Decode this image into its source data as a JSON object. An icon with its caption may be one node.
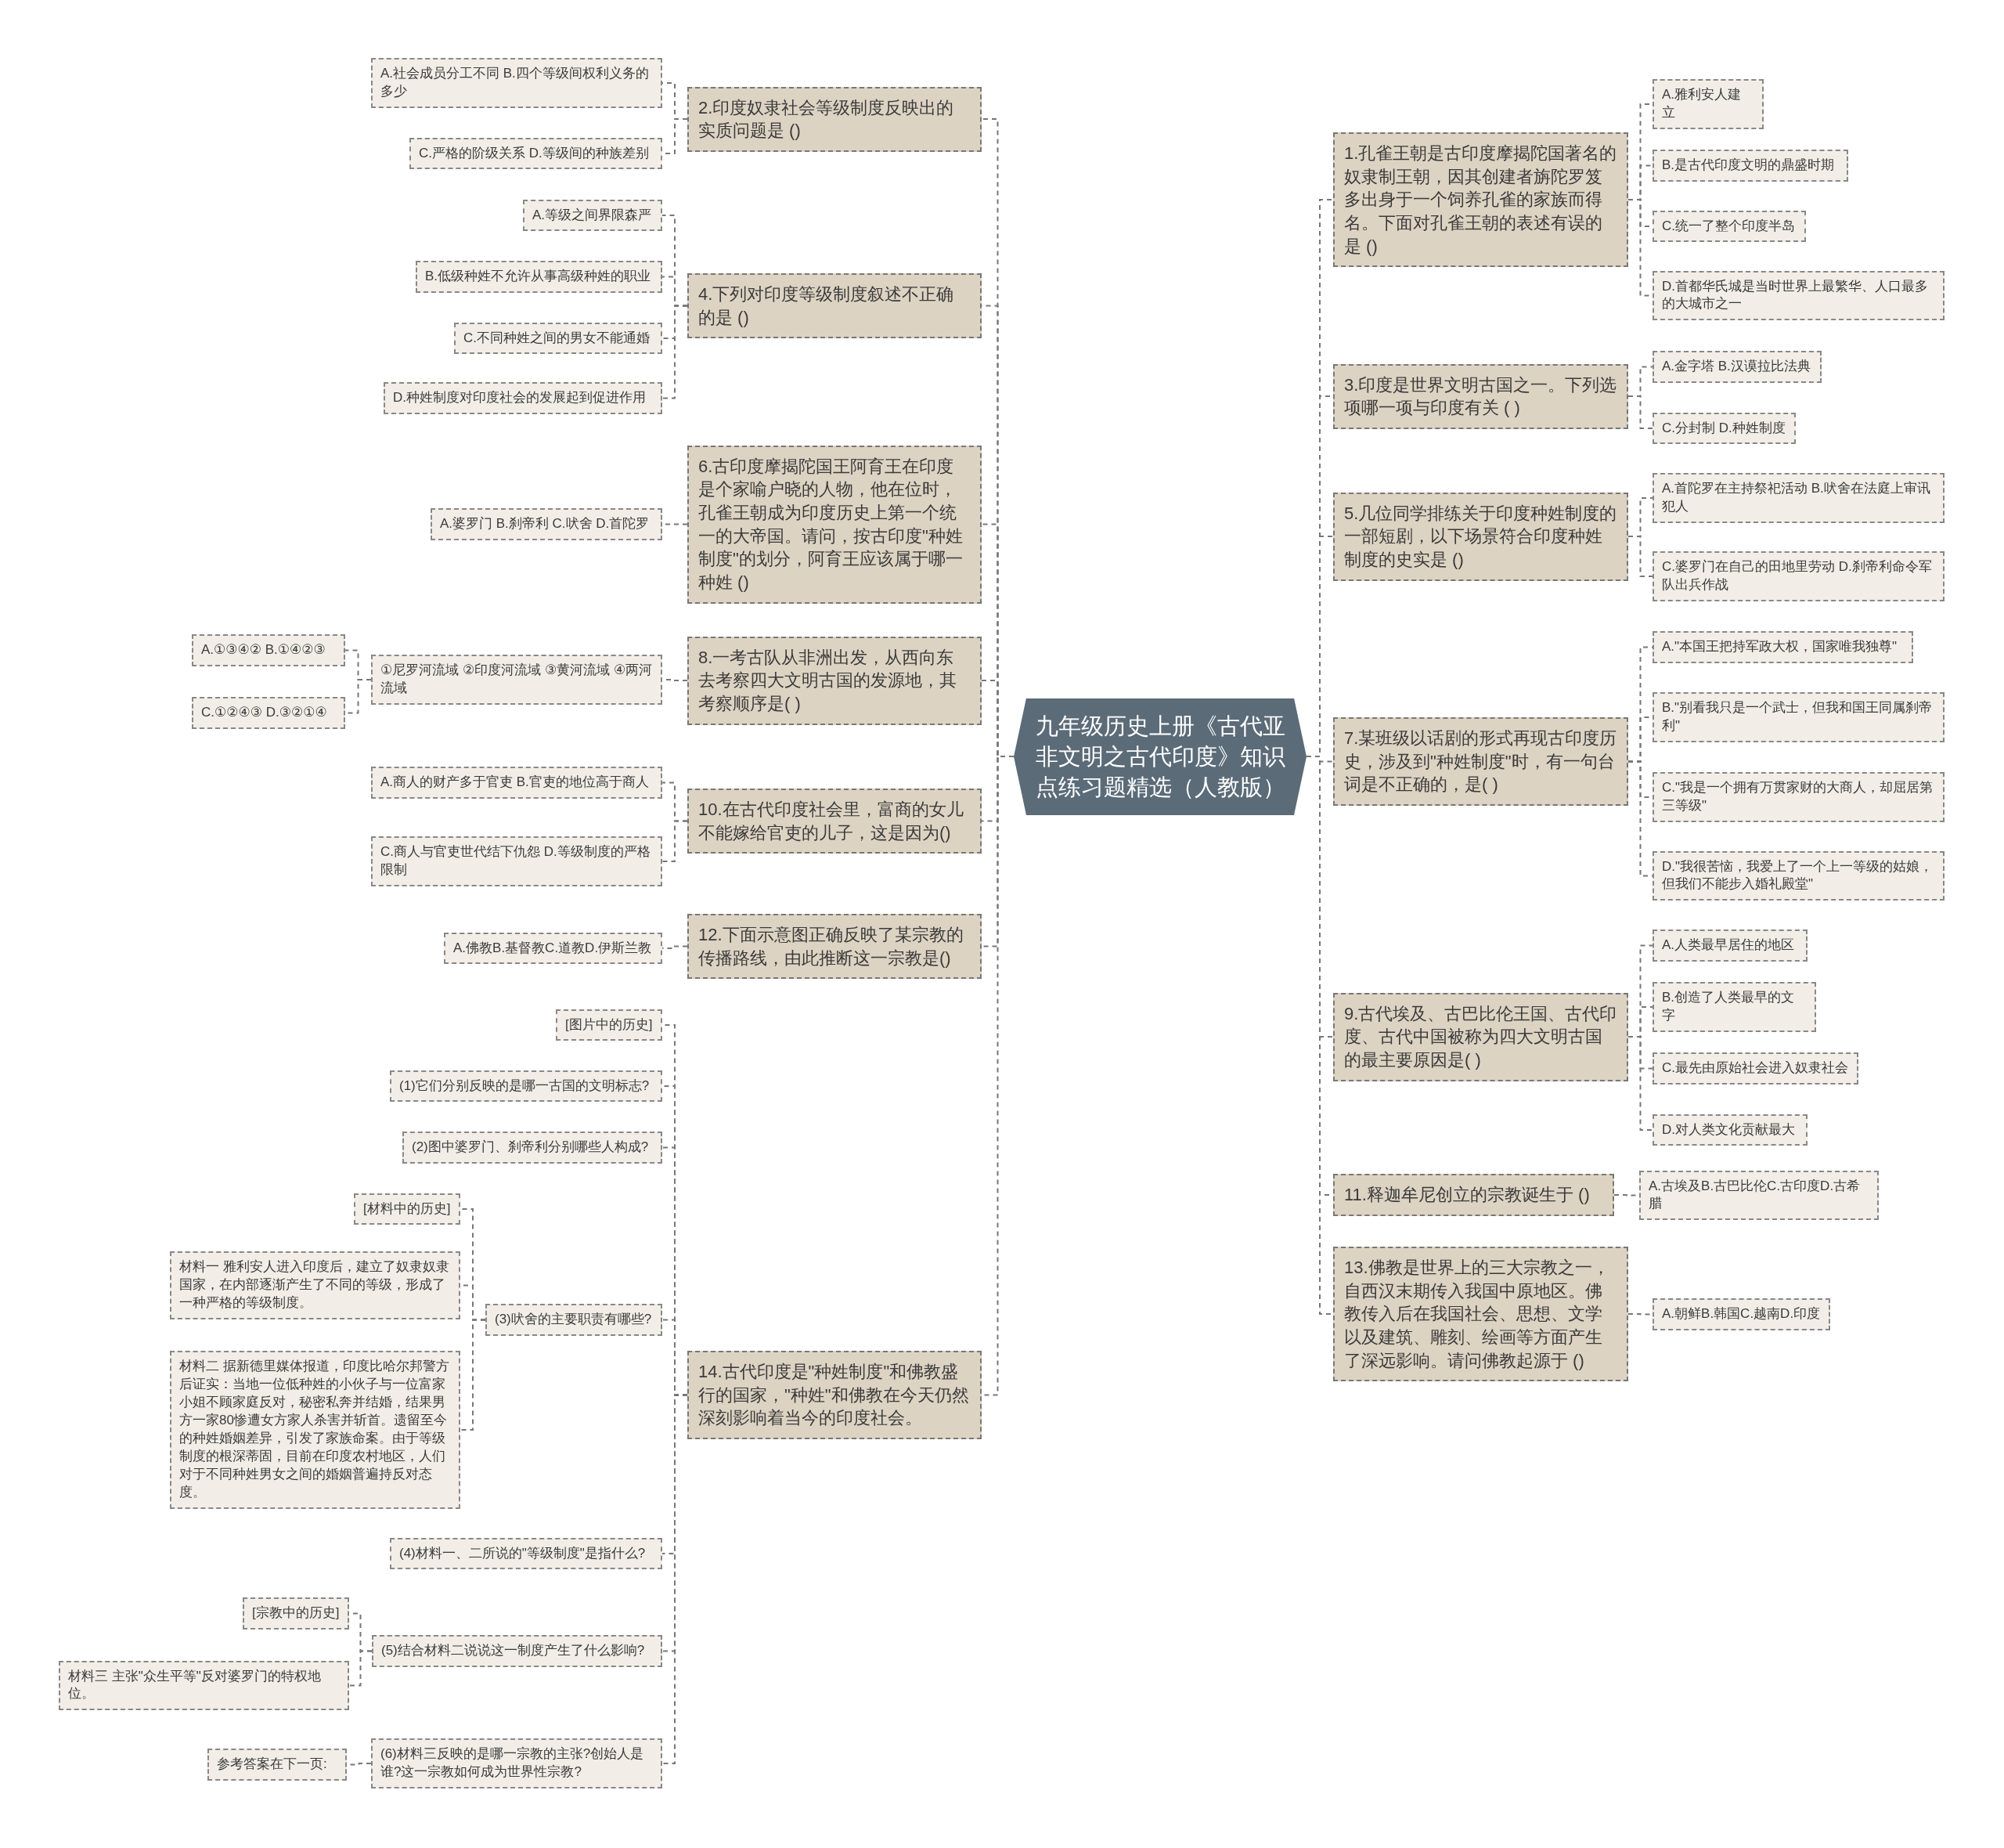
{
  "diagram": {
    "nodes": [
      {
        "text": [
          "九年级历史上册《古代亚非文明之古代印度》知识点练习题精选（人教版）"
        ]
      },
      {
        "text": [
          "2.印度奴隶社会等级制度反映出的实质问题是 ()"
        ]
      },
      {
        "text": [
          "A.社会成员分工不同 B.四个等级间权利义务的多少"
        ]
      },
      {
        "text": [
          "C.严格的阶级关系 D.等级间的种族差别"
        ]
      },
      {
        "text": [
          "4.下列对印度等级制度叙述不正确的是 ()"
        ]
      },
      {
        "text": [
          "A.等级之间界限森严"
        ]
      },
      {
        "text": [
          "B.低级种姓不允许从事高级种姓的职业"
        ]
      },
      {
        "text": [
          "C.不同种姓之间的男女不能通婚"
        ]
      },
      {
        "text": [
          "D.种姓制度对印度社会的发展起到促进作用"
        ]
      },
      {
        "text": [
          "6.古印度摩揭陀国王阿育王在印度是个家喻户晓的人物，他在位时，孔雀王朝成为印度历史上第一个统一的大帝国。请问，按古印度\"种姓制度\"的划分，阿育王应该属于哪一种姓 ()"
        ]
      },
      {
        "text": [
          "A.婆罗门 B.刹帝利 C.吠舍 D.首陀罗"
        ]
      },
      {
        "text": [
          "8.一考古队从非洲出发，从西向东去考察四大文明古国的发源地，其考察顺序是( )"
        ]
      },
      {
        "text": [
          "①尼罗河流域 ②印度河流域 ③黄河流域 ④两河流域"
        ]
      },
      {
        "text": [
          "A.①③④② B.①④②③"
        ]
      },
      {
        "text": [
          "C.①②④③ D.③②①④"
        ]
      },
      {
        "text": [
          "10.在古代印度社会里，富商的女儿不能嫁给官吏的儿子，这是因为()"
        ]
      },
      {
        "text": [
          "A.商人的财产多于官吏 B.官吏的地位高于商人"
        ]
      },
      {
        "text": [
          "C.商人与官吏世代结下仇怨 D.等级制度的严格限制"
        ]
      },
      {
        "text": [
          "12.下面示意图正确反映了某宗教的传播路线，由此推断这一宗教是()"
        ]
      },
      {
        "text": [
          "A.佛教B.基督教C.道教D.伊斯兰教"
        ]
      },
      {
        "text": [
          "14.古代印度是\"种姓制度\"和佛教盛行的国家，\"种姓\"和佛教在今天仍然深刻影响着当今的印度社会。"
        ]
      },
      {
        "text": [
          "[图片中的历史]"
        ]
      },
      {
        "text": [
          "(1)它们分别反映的是哪一古国的文明标志?"
        ]
      },
      {
        "text": [
          "(2)图中婆罗门、刹帝利分别哪些人构成?"
        ]
      },
      {
        "text": [
          "(3)吠舍的主要职责有哪些?"
        ]
      },
      {
        "text": [
          "[材料中的历史]"
        ]
      },
      {
        "text": [
          "材料一 雅利安人进入印度后，建立了奴隶奴隶国家，在内部逐渐产生了不同的等级，形成了一种严格的等级制度。"
        ]
      },
      {
        "text": [
          "材料二 据新德里媒体报道，印度比哈尔邦警方后证实：当地一位低种姓的小伙子与一位富家小姐不顾家庭反对，秘密私奔并结婚，结果男方一家80惨遭女方家人杀害并斩首。遗留至今的种姓婚姻差异，引发了家族命案。由于等级制度的根深蒂固，目前在印度农村地区，人们对于不同种姓男女之间的婚姻普遍持反对态度。"
        ]
      },
      {
        "text": [
          "(4)材料一、二所说的\"等级制度\"是指什么?"
        ]
      },
      {
        "text": [
          "(5)结合材料二说说这一制度产生了什么影响?"
        ]
      },
      {
        "text": [
          "[宗教中的历史]"
        ]
      },
      {
        "text": [
          "材料三 主张\"众生平等\"反对婆罗门的特权地位。"
        ]
      },
      {
        "text": [
          "(6)材料三反映的是哪一宗教的主张?创始人是谁?这一宗教如何成为世界性宗教?"
        ]
      },
      {
        "text": [
          "参考答案在下一页:"
        ]
      },
      {
        "text": [
          "1.孔雀王朝是古印度摩揭陀国著名的奴隶制王朝，因其创建者旃陀罗笈多出身于一个饲养孔雀的家族而得名。下面对孔雀王朝的表述有误的是 ()"
        ]
      },
      {
        "text": [
          "A.雅利安人建立"
        ]
      },
      {
        "text": [
          "B.是古代印度文明的鼎盛时期"
        ]
      },
      {
        "text": [
          "C.统一了整个印度半岛"
        ]
      },
      {
        "text": [
          "D.首都华氏城是当时世界上最繁华、人口最多的大城市之一"
        ]
      },
      {
        "text": [
          "3.印度是世界文明古国之一。下列选项哪一项与印度有关 ( )"
        ]
      },
      {
        "text": [
          "A.金字塔 B.汉谟拉比法典"
        ]
      },
      {
        "text": [
          "C.分封制 D.种姓制度"
        ]
      },
      {
        "text": [
          "5.几位同学排练关于印度种姓制度的一部短剧，以下场景符合印度种姓制度的史实是 ()"
        ]
      },
      {
        "text": [
          "A.首陀罗在主持祭祀活动 B.吠舍在法庭上审讯犯人"
        ]
      },
      {
        "text": [
          "C.婆罗门在自己的田地里劳动 D.刹帝利命令军队出兵作战"
        ]
      },
      {
        "text": [
          "7.某班级以话剧的形式再现古印度历史，涉及到\"种姓制度\"时，有一句台词是不正确的，是( )"
        ]
      },
      {
        "text": [
          "A.\"本国王把持军政大权，国家唯我独尊\""
        ]
      },
      {
        "text": [
          "B.\"别看我只是一个武士，但我和国王同属刹帝利\""
        ]
      },
      {
        "text": [
          "C.\"我是一个拥有万贯家财的大商人，却屈居第三等级\""
        ]
      },
      {
        "text": [
          "D.\"我很苦恼，我爱上了一个上一等级的姑娘，但我们不能步入婚礼殿堂\""
        ]
      },
      {
        "text": [
          "9.古代埃及、古巴比伦王国、古代印度、古代中国被称为四大文明古国的最主要原因是( )"
        ]
      },
      {
        "text": [
          "A.人类最早居住的地区"
        ]
      },
      {
        "text": [
          "B.创造了人类最早的文字"
        ]
      },
      {
        "text": [
          "C.最先由原始社会进入奴隶社会"
        ]
      },
      {
        "text": [
          "D.对人类文化贡献最大"
        ]
      },
      {
        "text": [
          "11.释迦牟尼创立的宗教诞生于 ()"
        ]
      },
      {
        "text": [
          "A.古埃及B.古巴比伦C.古印度D.古希腊"
        ]
      },
      {
        "text": [
          "13.佛教是世界上的三大宗教之一，自西汉末期传入我国中原地区。佛教传入后在我国社会、思想、文学以及建筑、雕刻、绘画等方面产生了深远影响。请问佛教起源于 ()"
        ]
      },
      {
        "text": [
          "A.朝鲜B.韩国C.越南D.印度"
        ]
      }
    ],
    "edges": [
      {
        "from": 0,
        "to": 1,
        "arrow": "none"
      },
      {
        "from": 0,
        "to": 4,
        "arrow": "none"
      },
      {
        "from": 0,
        "to": 9,
        "arrow": "none"
      },
      {
        "from": 0,
        "to": 11,
        "arrow": "none"
      },
      {
        "from": 0,
        "to": 15,
        "arrow": "none"
      },
      {
        "from": 0,
        "to": 18,
        "arrow": "none"
      },
      {
        "from": 0,
        "to": 20,
        "arrow": "none"
      },
      {
        "from": 0,
        "to": 34,
        "arrow": "none"
      },
      {
        "from": 0,
        "to": 39,
        "arrow": "none"
      },
      {
        "from": 0,
        "to": 42,
        "arrow": "none"
      },
      {
        "from": 0,
        "to": 45,
        "arrow": "none"
      },
      {
        "from": 0,
        "to": 50,
        "arrow": "none"
      },
      {
        "from": 0,
        "to": 55,
        "arrow": "none"
      },
      {
        "from": 0,
        "to": 57,
        "arrow": "none"
      },
      {
        "from": 1,
        "to": 2,
        "arrow": "none"
      },
      {
        "from": 1,
        "to": 3,
        "arrow": "none"
      },
      {
        "from": 4,
        "to": 5,
        "arrow": "none"
      },
      {
        "from": 4,
        "to": 6,
        "arrow": "none"
      },
      {
        "from": 4,
        "to": 7,
        "arrow": "none"
      },
      {
        "from": 4,
        "to": 8,
        "arrow": "none"
      },
      {
        "from": 9,
        "to": 10,
        "arrow": "none"
      },
      {
        "from": 11,
        "to": 12,
        "arrow": "none"
      },
      {
        "from": 12,
        "to": 13,
        "arrow": "none"
      },
      {
        "from": 12,
        "to": 14,
        "arrow": "none"
      },
      {
        "from": 15,
        "to": 16,
        "arrow": "none"
      },
      {
        "from": 15,
        "to": 17,
        "arrow": "none"
      },
      {
        "from": 18,
        "to": 19,
        "arrow": "none"
      },
      {
        "from": 20,
        "to": 21,
        "arrow": "none"
      },
      {
        "from": 20,
        "to": 22,
        "arrow": "none"
      },
      {
        "from": 20,
        "to": 23,
        "arrow": "none"
      },
      {
        "from": 20,
        "to": 24,
        "arrow": "none"
      },
      {
        "from": 20,
        "to": 28,
        "arrow": "none"
      },
      {
        "from": 20,
        "to": 29,
        "arrow": "none"
      },
      {
        "from": 20,
        "to": 32,
        "arrow": "none"
      },
      {
        "from": 24,
        "to": 25,
        "arrow": "none"
      },
      {
        "from": 24,
        "to": 26,
        "arrow": "none"
      },
      {
        "from": 24,
        "to": 27,
        "arrow": "none"
      },
      {
        "from": 29,
        "to": 30,
        "arrow": "none"
      },
      {
        "from": 29,
        "to": 31,
        "arrow": "none"
      },
      {
        "from": 32,
        "to": 33,
        "arrow": "none"
      },
      {
        "from": 34,
        "to": 35,
        "arrow": "none"
      },
      {
        "from": 34,
        "to": 36,
        "arrow": "none"
      },
      {
        "from": 34,
        "to": 37,
        "arrow": "none"
      },
      {
        "from": 34,
        "to": 38,
        "arrow": "none"
      },
      {
        "from": 39,
        "to": 40,
        "arrow": "none"
      },
      {
        "from": 39,
        "to": 41,
        "arrow": "none"
      },
      {
        "from": 42,
        "to": 43,
        "arrow": "none"
      },
      {
        "from": 42,
        "to": 44,
        "arrow": "none"
      },
      {
        "from": 45,
        "to": 46,
        "arrow": "none"
      },
      {
        "from": 45,
        "to": 47,
        "arrow": "none"
      },
      {
        "from": 45,
        "to": 48,
        "arrow": "none"
      },
      {
        "from": 45,
        "to": 49,
        "arrow": "none"
      },
      {
        "from": 50,
        "to": 51,
        "arrow": "none"
      },
      {
        "from": 50,
        "to": 52,
        "arrow": "none"
      },
      {
        "from": 50,
        "to": 53,
        "arrow": "none"
      },
      {
        "from": 50,
        "to": 54,
        "arrow": "none"
      },
      {
        "from": 55,
        "to": 56,
        "arrow": "none"
      },
      {
        "from": 57,
        "to": 58,
        "arrow": "none"
      }
    ]
  }
}
